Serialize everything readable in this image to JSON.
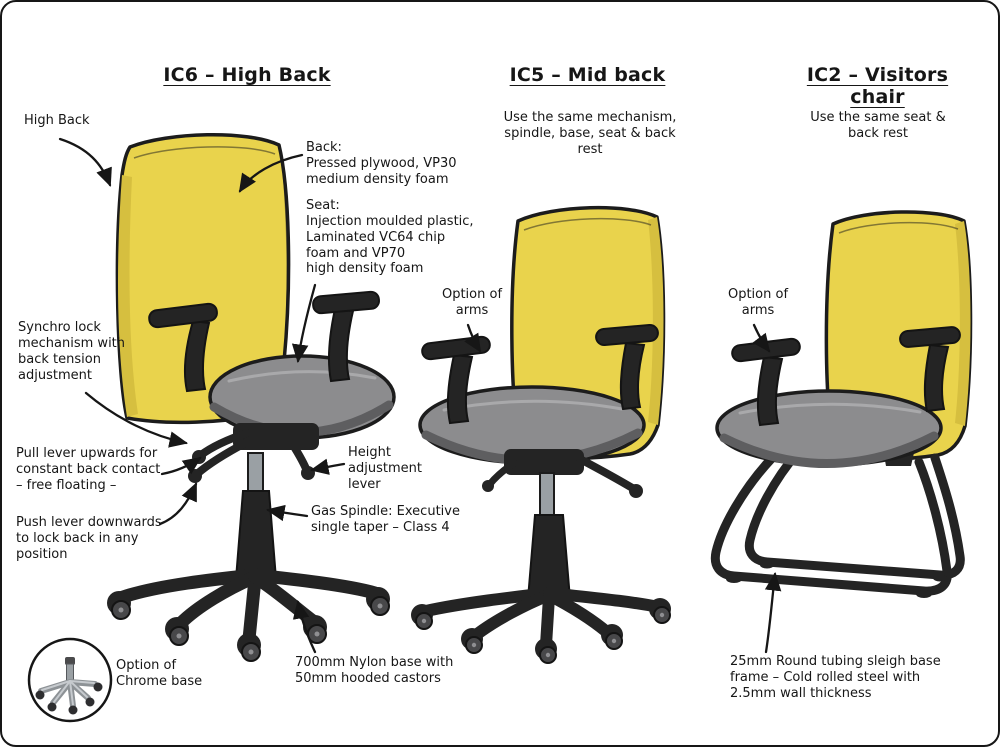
{
  "page": {
    "bg": "#ffffff",
    "ink": "#161616"
  },
  "colors": {
    "back_yellow": "#e9d34c",
    "back_shade": "#d6bf3f",
    "seat_gray": "#8c8c8e",
    "frame_black": "#242424",
    "chrome": "#9aa0a4"
  },
  "titles": {
    "ic6": "IC6 – High Back",
    "ic5": "IC5 – Mid back",
    "ic2": "IC2 – Visitors chair"
  },
  "subtitles": {
    "ic5": "Use the same mechanism,\nspindle, base, seat & back rest",
    "ic2": "Use the same seat &\nback rest"
  },
  "labels": {
    "high_back": "High Back",
    "back_spec": "Back:\nPressed plywood, VP30\nmedium density foam",
    "seat_spec": "Seat:\nInjection moulded plastic,\nLaminated VC64 chip\nfoam and VP70\nhigh density foam",
    "synchro": "Synchro lock\nmechanism with\nback tension\nadjustment",
    "pull_lever": "Pull lever upwards for\nconstant back contact\n– free floating –",
    "push_lever": "Push lever downwards\nto lock back in any\nposition",
    "height_lever": "Height\nadjustment\nlever",
    "gas_spindle": "Gas Spindle: Executive\nsingle taper – Class 4",
    "nylon_base": "700mm Nylon base with\n50mm hooded castors",
    "chrome_base": "Option of\nChrome base",
    "arms_ic5": "Option of\narms",
    "arms_ic2": "Option of\narms",
    "sleigh_base": "25mm Round tubing sleigh base\nframe – Cold rolled steel with\n2.5mm wall thickness"
  }
}
